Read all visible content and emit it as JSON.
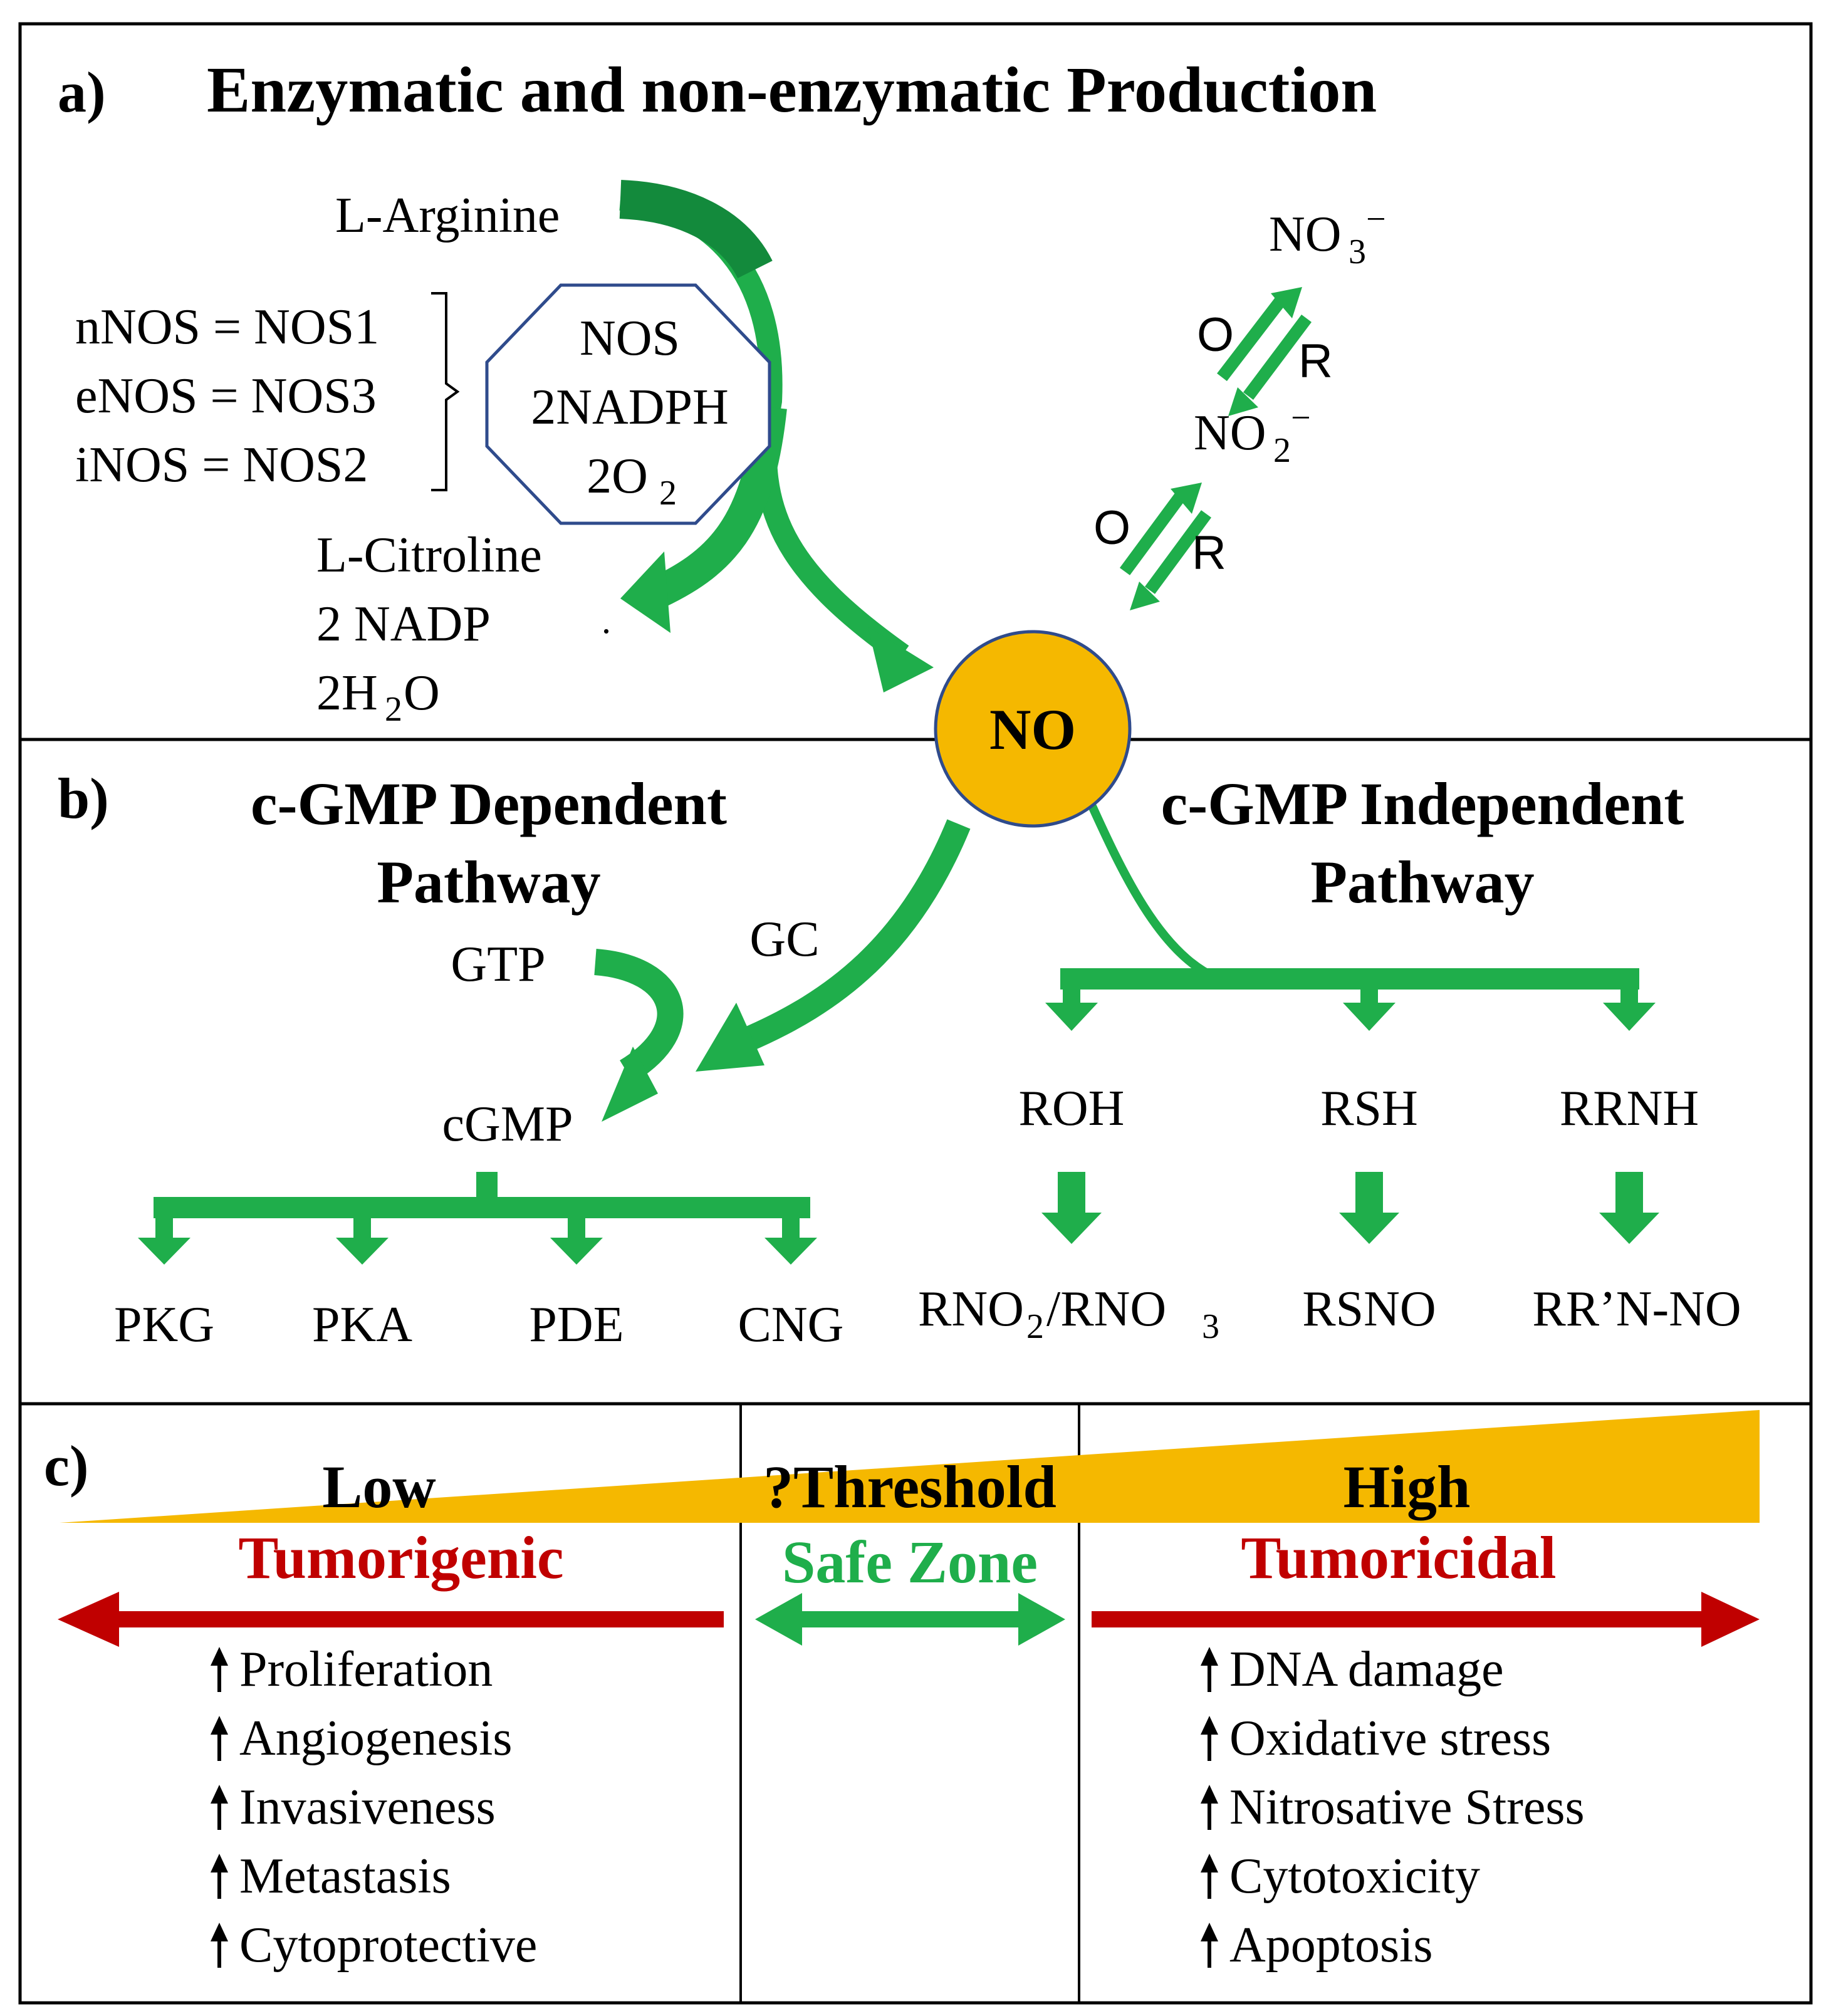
{
  "colors": {
    "green": "#1fae4b",
    "dark_green": "#138a3c",
    "red": "#c00000",
    "orange": "#f5b800",
    "navy": "#2f4b8c",
    "black": "#000000"
  },
  "panel_a": {
    "label": "a)",
    "title": "Enzymatic and non-enzymatic Production",
    "substrate": "L-Arginine",
    "isoforms": [
      "nNOS = NOS1",
      "eNOS = NOS3",
      "iNOS = NOS2"
    ],
    "enzyme_box": {
      "line1": "NOS",
      "line2": "2NADPH",
      "line3_main": "2O",
      "line3_sub": "2"
    },
    "products": {
      "line1": "L-Citroline",
      "line2": "2 NADP",
      "line3_a": "2H",
      "line3_sub": "2",
      "line3_b": "O",
      "dot": "."
    },
    "nitrate": {
      "main": "NO",
      "sub": "3",
      "sup": "−"
    },
    "nitrite": {
      "main": "NO",
      "sub": "2",
      "sup": "−"
    },
    "redox_upper": {
      "o": "O",
      "r": "R"
    },
    "redox_lower": {
      "o": "O",
      "r": "R"
    }
  },
  "center_node": {
    "label": "NO"
  },
  "panel_b": {
    "label": "b)",
    "left_title_1": "c-GMP Dependent",
    "left_title_2": "Pathway",
    "right_title_1": "c-GMP Independent",
    "right_title_2": "Pathway",
    "gtp": "GTP",
    "gc": "GC",
    "cgmp": "cGMP",
    "targets": [
      "PKG",
      "PKA",
      "PDE",
      "CNG"
    ],
    "reactants": [
      "ROH",
      "RSH",
      "RRNH"
    ],
    "products": {
      "p1_a": "RNO",
      "p1_sub_a": "2",
      "p1_b": " /RNO",
      "p1_sub_b": "3",
      "p2": "RSNO",
      "p3": "RR’N-NO"
    }
  },
  "panel_c": {
    "label": "c)",
    "low": "Low",
    "threshold": "?Threshold",
    "high": "High",
    "tumorigenic": "Tumorigenic",
    "safe_zone": "Safe Zone",
    "tumoricidal": "Tumoricidal",
    "left_effects": [
      "Proliferation",
      "Angiogenesis",
      "Invasiveness",
      "Metastasis",
      "Cytoprotective"
    ],
    "right_effects": [
      "DNA damage",
      "Oxidative stress",
      "Nitrosative  Stress",
      "Cytotoxicity",
      "Apoptosis"
    ]
  }
}
